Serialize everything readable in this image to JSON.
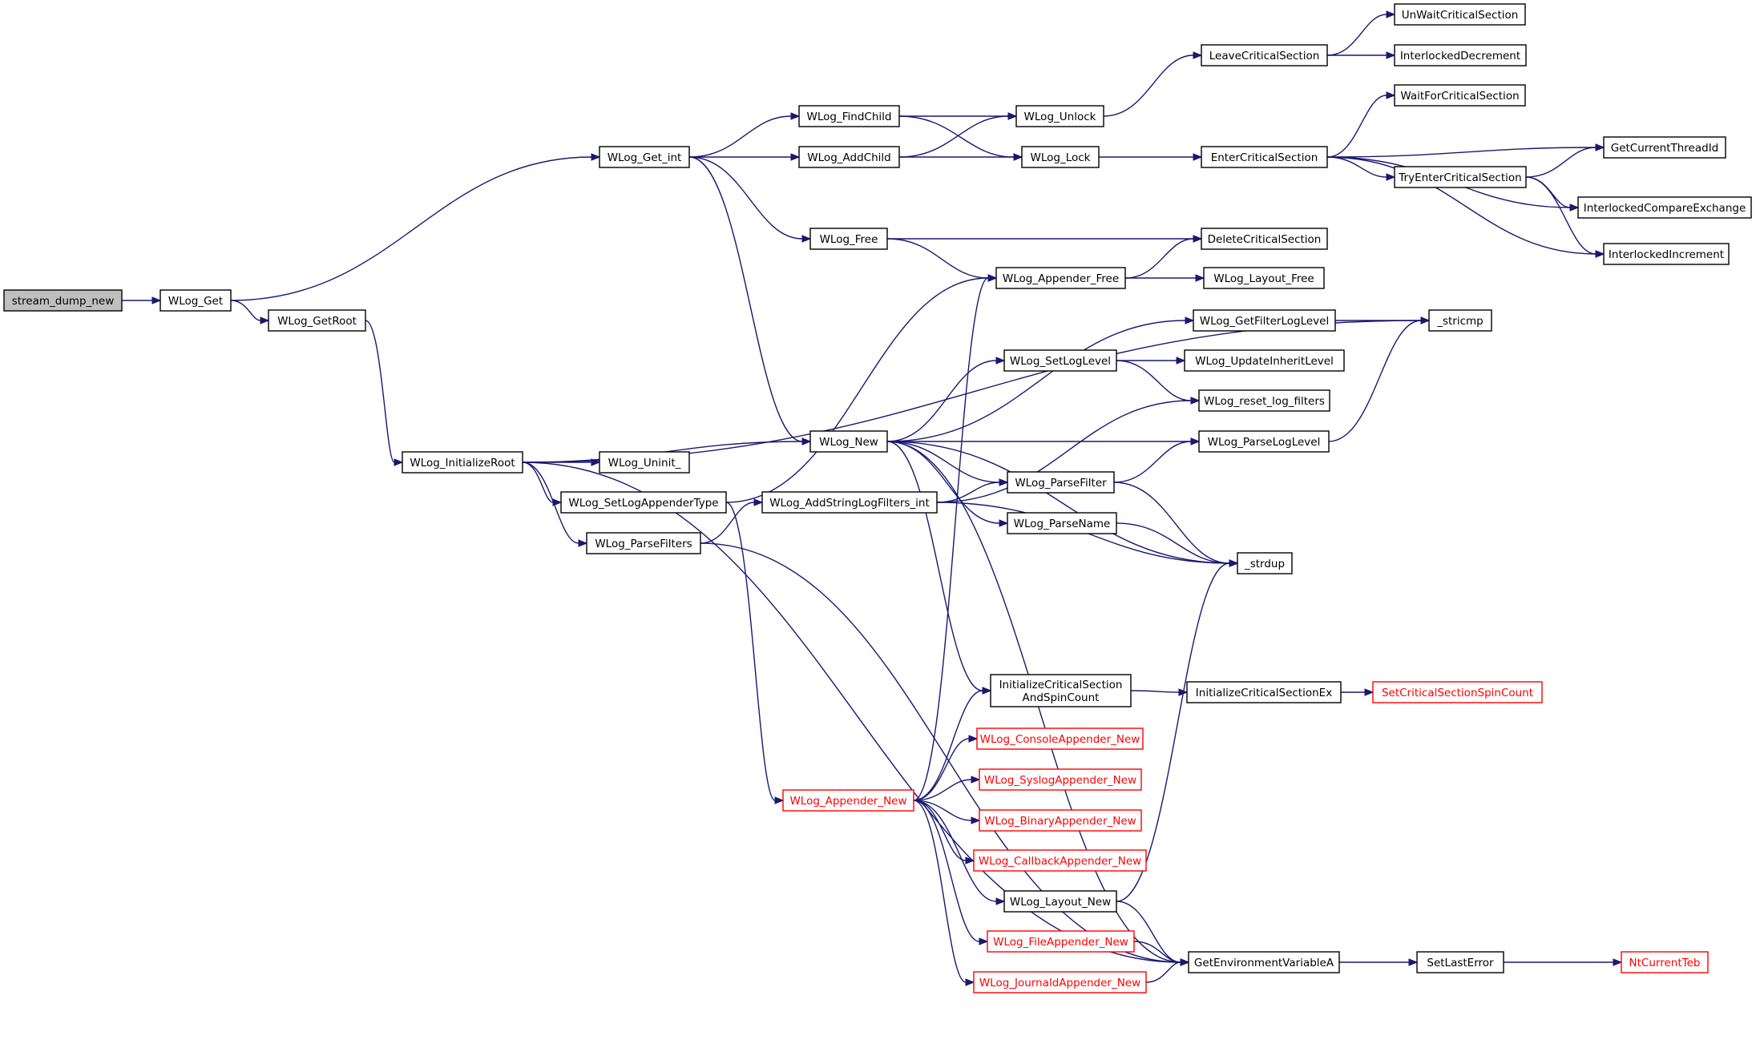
{
  "graph": {
    "colors": {
      "edge": "#191970",
      "box": "#000000",
      "truncated": "#ff0000",
      "root_fill": "#bfbfbf"
    },
    "nodes": [
      {
        "id": "stream_dump_new",
        "label": "stream_dump_new",
        "style": "root"
      },
      {
        "id": "WLog_Get",
        "label": "WLog_Get"
      },
      {
        "id": "WLog_GetRoot",
        "label": "WLog_GetRoot"
      },
      {
        "id": "WLog_InitializeRoot",
        "label": "WLog_InitializeRoot"
      },
      {
        "id": "WLog_Get_int",
        "label": "WLog_Get_int"
      },
      {
        "id": "WLog_Uninit_",
        "label": "WLog_Uninit_"
      },
      {
        "id": "WLog_SetLogAppenderType",
        "label": "WLog_SetLogAppenderType"
      },
      {
        "id": "WLog_ParseFilters",
        "label": "WLog_ParseFilters"
      },
      {
        "id": "WLog_FindChild",
        "label": "WLog_FindChild"
      },
      {
        "id": "WLog_AddChild",
        "label": "WLog_AddChild"
      },
      {
        "id": "WLog_Free",
        "label": "WLog_Free"
      },
      {
        "id": "WLog_New",
        "label": "WLog_New"
      },
      {
        "id": "WLog_AddStringLogFilters_int",
        "label": "WLog_AddStringLogFilters_int"
      },
      {
        "id": "WLog_Appender_New",
        "label": "WLog_Appender_New",
        "style": "red"
      },
      {
        "id": "WLog_Unlock",
        "label": "WLog_Unlock"
      },
      {
        "id": "WLog_Lock",
        "label": "WLog_Lock"
      },
      {
        "id": "WLog_Appender_Free",
        "label": "WLog_Appender_Free"
      },
      {
        "id": "WLog_SetLogLevel",
        "label": "WLog_SetLogLevel"
      },
      {
        "id": "WLog_ParseFilter",
        "label": "WLog_ParseFilter"
      },
      {
        "id": "WLog_ParseName",
        "label": "WLog_ParseName"
      },
      {
        "id": "InitializeCriticalSectionAndSpinCount",
        "label": "InitializeCriticalSection\nAndSpinCount"
      },
      {
        "id": "WLog_ConsoleAppender_New",
        "label": "WLog_ConsoleAppender_New",
        "style": "red"
      },
      {
        "id": "WLog_SyslogAppender_New",
        "label": "WLog_SyslogAppender_New",
        "style": "red"
      },
      {
        "id": "WLog_BinaryAppender_New",
        "label": "WLog_BinaryAppender_New",
        "style": "red"
      },
      {
        "id": "WLog_CallbackAppender_New",
        "label": "WLog_CallbackAppender_New",
        "style": "red"
      },
      {
        "id": "WLog_Layout_New",
        "label": "WLog_Layout_New"
      },
      {
        "id": "WLog_FileAppender_New",
        "label": "WLog_FileAppender_New",
        "style": "red"
      },
      {
        "id": "WLog_JournaldAppender_New",
        "label": "WLog_JournaldAppender_New",
        "style": "red"
      },
      {
        "id": "LeaveCriticalSection",
        "label": "LeaveCriticalSection"
      },
      {
        "id": "EnterCriticalSection",
        "label": "EnterCriticalSection"
      },
      {
        "id": "DeleteCriticalSection",
        "label": "DeleteCriticalSection"
      },
      {
        "id": "WLog_Layout_Free",
        "label": "WLog_Layout_Free"
      },
      {
        "id": "WLog_GetFilterLogLevel",
        "label": "WLog_GetFilterLogLevel"
      },
      {
        "id": "WLog_UpdateInheritLevel",
        "label": "WLog_UpdateInheritLevel"
      },
      {
        "id": "WLog_reset_log_filters",
        "label": "WLog_reset_log_filters"
      },
      {
        "id": "WLog_ParseLogLevel",
        "label": "WLog_ParseLogLevel"
      },
      {
        "id": "_strdup",
        "label": "_strdup"
      },
      {
        "id": "InitializeCriticalSectionEx",
        "label": "InitializeCriticalSectionEx"
      },
      {
        "id": "GetEnvironmentVariableA",
        "label": "GetEnvironmentVariableA"
      },
      {
        "id": "UnWaitCriticalSection",
        "label": "UnWaitCriticalSection"
      },
      {
        "id": "InterlockedDecrement",
        "label": "InterlockedDecrement"
      },
      {
        "id": "WaitForCriticalSection",
        "label": "WaitForCriticalSection"
      },
      {
        "id": "TryEnterCriticalSection",
        "label": "TryEnterCriticalSection"
      },
      {
        "id": "GetCurrentThreadId",
        "label": "GetCurrentThreadId"
      },
      {
        "id": "InterlockedCompareExchange",
        "label": "InterlockedCompareExchange"
      },
      {
        "id": "InterlockedIncrement",
        "label": "InterlockedIncrement"
      },
      {
        "id": "_stricmp",
        "label": "_stricmp"
      },
      {
        "id": "SetCriticalSectionSpinCount",
        "label": "SetCriticalSectionSpinCount",
        "style": "red"
      },
      {
        "id": "SetLastError",
        "label": "SetLastError"
      },
      {
        "id": "NtCurrentTeb",
        "label": "NtCurrentTeb",
        "style": "red"
      }
    ],
    "edges": [
      [
        "stream_dump_new",
        "WLog_Get"
      ],
      [
        "WLog_Get",
        "WLog_Get_int"
      ],
      [
        "WLog_Get",
        "WLog_GetRoot"
      ],
      [
        "WLog_GetRoot",
        "WLog_InitializeRoot"
      ],
      [
        "WLog_Get_int",
        "WLog_FindChild"
      ],
      [
        "WLog_Get_int",
        "WLog_AddChild"
      ],
      [
        "WLog_Get_int",
        "WLog_Free"
      ],
      [
        "WLog_Get_int",
        "WLog_New"
      ],
      [
        "WLog_FindChild",
        "WLog_Unlock"
      ],
      [
        "WLog_FindChild",
        "WLog_Lock"
      ],
      [
        "WLog_AddChild",
        "WLog_Unlock"
      ],
      [
        "WLog_AddChild",
        "WLog_Lock"
      ],
      [
        "WLog_Unlock",
        "LeaveCriticalSection"
      ],
      [
        "WLog_Lock",
        "EnterCriticalSection"
      ],
      [
        "LeaveCriticalSection",
        "UnWaitCriticalSection"
      ],
      [
        "LeaveCriticalSection",
        "InterlockedDecrement"
      ],
      [
        "EnterCriticalSection",
        "WaitForCriticalSection"
      ],
      [
        "EnterCriticalSection",
        "GetCurrentThreadId"
      ],
      [
        "EnterCriticalSection",
        "TryEnterCriticalSection"
      ],
      [
        "EnterCriticalSection",
        "InterlockedCompareExchange"
      ],
      [
        "EnterCriticalSection",
        "InterlockedIncrement"
      ],
      [
        "TryEnterCriticalSection",
        "GetCurrentThreadId"
      ],
      [
        "TryEnterCriticalSection",
        "InterlockedCompareExchange"
      ],
      [
        "TryEnterCriticalSection",
        "InterlockedIncrement"
      ],
      [
        "WLog_Free",
        "DeleteCriticalSection"
      ],
      [
        "WLog_Free",
        "WLog_Appender_Free"
      ],
      [
        "WLog_Appender_Free",
        "DeleteCriticalSection"
      ],
      [
        "WLog_Appender_Free",
        "WLog_Layout_Free"
      ],
      [
        "WLog_InitializeRoot",
        "_stricmp"
      ],
      [
        "WLog_InitializeRoot",
        "WLog_New"
      ],
      [
        "WLog_InitializeRoot",
        "WLog_Uninit_"
      ],
      [
        "WLog_InitializeRoot",
        "WLog_SetLogAppenderType"
      ],
      [
        "WLog_InitializeRoot",
        "WLog_ParseFilters"
      ],
      [
        "WLog_InitializeRoot",
        "GetEnvironmentVariableA"
      ],
      [
        "WLog_SetLogAppenderType",
        "WLog_Appender_Free"
      ],
      [
        "WLog_SetLogAppenderType",
        "WLog_Appender_New"
      ],
      [
        "WLog_ParseFilters",
        "WLog_AddStringLogFilters_int"
      ],
      [
        "WLog_ParseFilters",
        "GetEnvironmentVariableA"
      ],
      [
        "WLog_New",
        "WLog_GetFilterLogLevel"
      ],
      [
        "WLog_New",
        "WLog_SetLogLevel"
      ],
      [
        "WLog_New",
        "WLog_ParseLogLevel"
      ],
      [
        "WLog_New",
        "WLog_ParseFilter"
      ],
      [
        "WLog_New",
        "WLog_ParseName"
      ],
      [
        "WLog_New",
        "_strdup"
      ],
      [
        "WLog_New",
        "InitializeCriticalSectionAndSpinCount"
      ],
      [
        "WLog_New",
        "GetEnvironmentVariableA"
      ],
      [
        "WLog_AddStringLogFilters_int",
        "WLog_reset_log_filters"
      ],
      [
        "WLog_AddStringLogFilters_int",
        "WLog_ParseFilter"
      ],
      [
        "WLog_AddStringLogFilters_int",
        "_strdup"
      ],
      [
        "WLog_GetFilterLogLevel",
        "_stricmp"
      ],
      [
        "WLog_SetLogLevel",
        "WLog_UpdateInheritLevel"
      ],
      [
        "WLog_SetLogLevel",
        "WLog_reset_log_filters"
      ],
      [
        "WLog_ParseLogLevel",
        "_stricmp"
      ],
      [
        "WLog_ParseFilter",
        "WLog_ParseLogLevel"
      ],
      [
        "WLog_ParseFilter",
        "_strdup"
      ],
      [
        "WLog_ParseName",
        "_strdup"
      ],
      [
        "WLog_Appender_New",
        "WLog_Appender_Free"
      ],
      [
        "WLog_Appender_New",
        "InitializeCriticalSectionAndSpinCount"
      ],
      [
        "WLog_Appender_New",
        "WLog_ConsoleAppender_New"
      ],
      [
        "WLog_Appender_New",
        "WLog_SyslogAppender_New"
      ],
      [
        "WLog_Appender_New",
        "WLog_BinaryAppender_New"
      ],
      [
        "WLog_Appender_New",
        "WLog_CallbackAppender_New"
      ],
      [
        "WLog_Appender_New",
        "WLog_Layout_New"
      ],
      [
        "WLog_Appender_New",
        "WLog_FileAppender_New"
      ],
      [
        "WLog_Appender_New",
        "WLog_JournaldAppender_New"
      ],
      [
        "InitializeCriticalSectionAndSpinCount",
        "InitializeCriticalSectionEx"
      ],
      [
        "InitializeCriticalSectionEx",
        "SetCriticalSectionSpinCount"
      ],
      [
        "WLog_Layout_New",
        "_strdup"
      ],
      [
        "WLog_Layout_New",
        "GetEnvironmentVariableA"
      ],
      [
        "WLog_FileAppender_New",
        "GetEnvironmentVariableA"
      ],
      [
        "WLog_JournaldAppender_New",
        "GetEnvironmentVariableA"
      ],
      [
        "GetEnvironmentVariableA",
        "SetLastError"
      ],
      [
        "SetLastError",
        "NtCurrentTeb"
      ]
    ]
  }
}
